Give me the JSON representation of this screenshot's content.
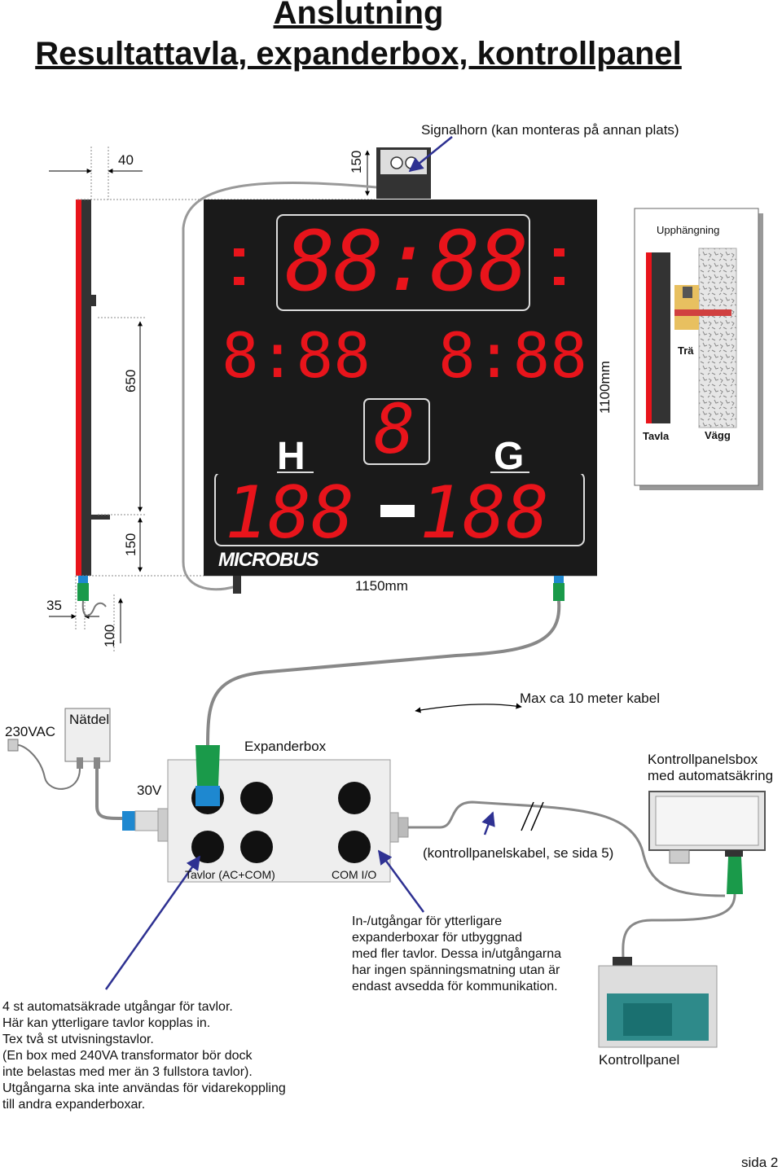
{
  "title": "Anslutning",
  "subtitle": "Resultattavla, expanderbox, kontrollpanel",
  "signal_horn_label": "Signalhorn (kan monteras på annan plats)",
  "dims": {
    "d40": "40",
    "d150_top": "150",
    "d650": "650",
    "d150_bottom": "150",
    "d35": "35",
    "d100": "100",
    "width": "1150mm",
    "height": "1100mm"
  },
  "scoreboard": {
    "home": "H",
    "guest": "G",
    "brand": "MICROBUS",
    "clock": "88:88",
    "penalty_left": "8:88",
    "penalty_right": "8:88",
    "period": "8",
    "score_left": "188",
    "score_right": "188"
  },
  "mounting": {
    "title": "Upphängning",
    "wood": "Trä",
    "board": "Tavla",
    "wall": "Vägg"
  },
  "power": {
    "mains": "230VAC",
    "psu": "Nätdel",
    "low_voltage": "30V"
  },
  "expander": {
    "name": "Expanderbox",
    "outputs_label": "Tavlor (AC+COM)",
    "io_label": "COM I/O"
  },
  "cable": {
    "max_length": "Max ca 10 meter kabel",
    "control_cable": "(kontrollpanelskabel, se sida 5)"
  },
  "control_box": {
    "line1": "Kontrollpanelsbox",
    "line2": "med automatsäkring"
  },
  "control_panel": "Kontrollpanel",
  "note_outputs": [
    "4 st automatsäkrade utgångar för tavlor.",
    "Här kan ytterligare tavlor kopplas in.",
    "Tex två st utvisningstavlor.",
    "(En box med 240VA transformator bör dock",
    "inte belastas med mer än 3 fullstora tavlor).",
    "Utgångarna ska inte användas för vidarekoppling",
    "till andra expanderboxar."
  ],
  "note_io": [
    "In-/utgångar för ytterligare",
    "expanderboxar för utbyggnad",
    "med fler tavlor. Dessa in/utgångarna",
    "har ingen spänningsmatning utan är",
    "endast avsedda för kommunikation."
  ],
  "page": "sida 2",
  "colors": {
    "led": "#e8141b",
    "board": "#1a1a1a",
    "connector_green": "#1a9a4a",
    "connector_blue": "#1e88d0",
    "arrow": "#2e3192"
  }
}
